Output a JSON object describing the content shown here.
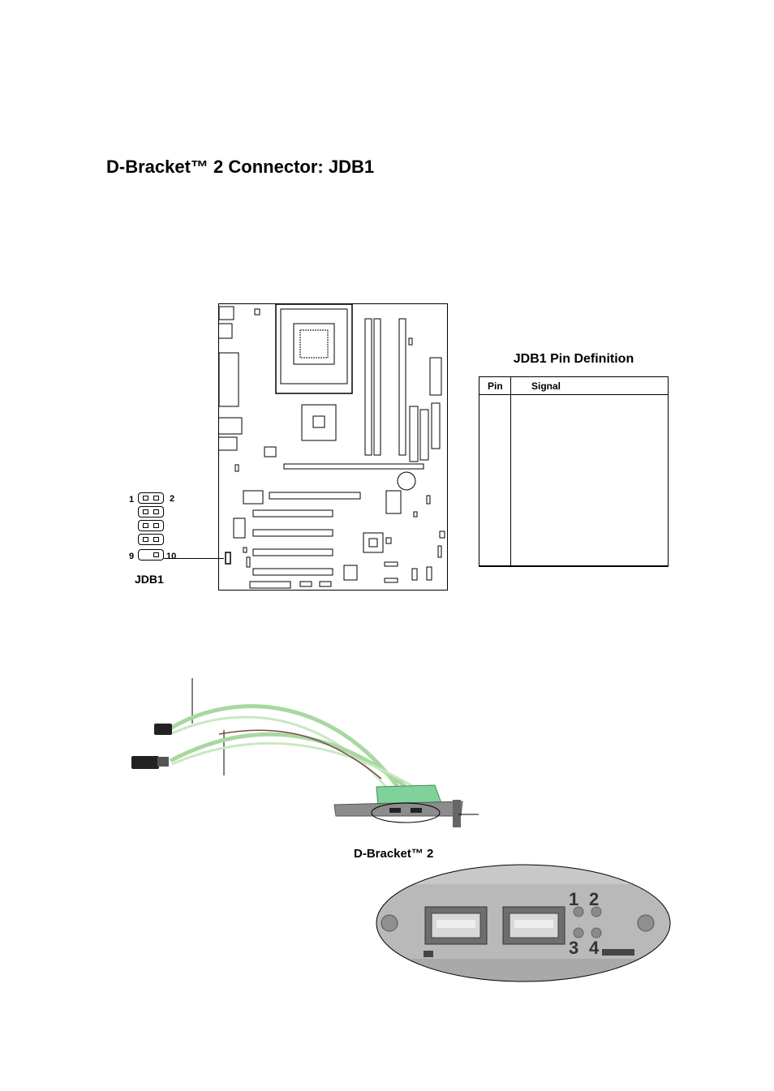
{
  "page": {
    "title": "D-Bracket™ 2 Connector: JDB1"
  },
  "header_diagram": {
    "label": "JDB1",
    "pin_1": "1",
    "pin_2": "2",
    "pin_9": "9",
    "pin_10": "10"
  },
  "pin_table": {
    "title": "JDB1 Pin Definition",
    "columns": [
      "Pin",
      "Signal"
    ],
    "rows": []
  },
  "bracket": {
    "label": "D-Bracket™ 2",
    "led_labels": [
      "1",
      "2",
      "3",
      "4"
    ]
  },
  "colors": {
    "cable_green": "#a8d8a0",
    "bracket_green": "#7fd39a",
    "bracket_metal": "#8c8c8c",
    "photo_bg": "#b9b9b9"
  }
}
